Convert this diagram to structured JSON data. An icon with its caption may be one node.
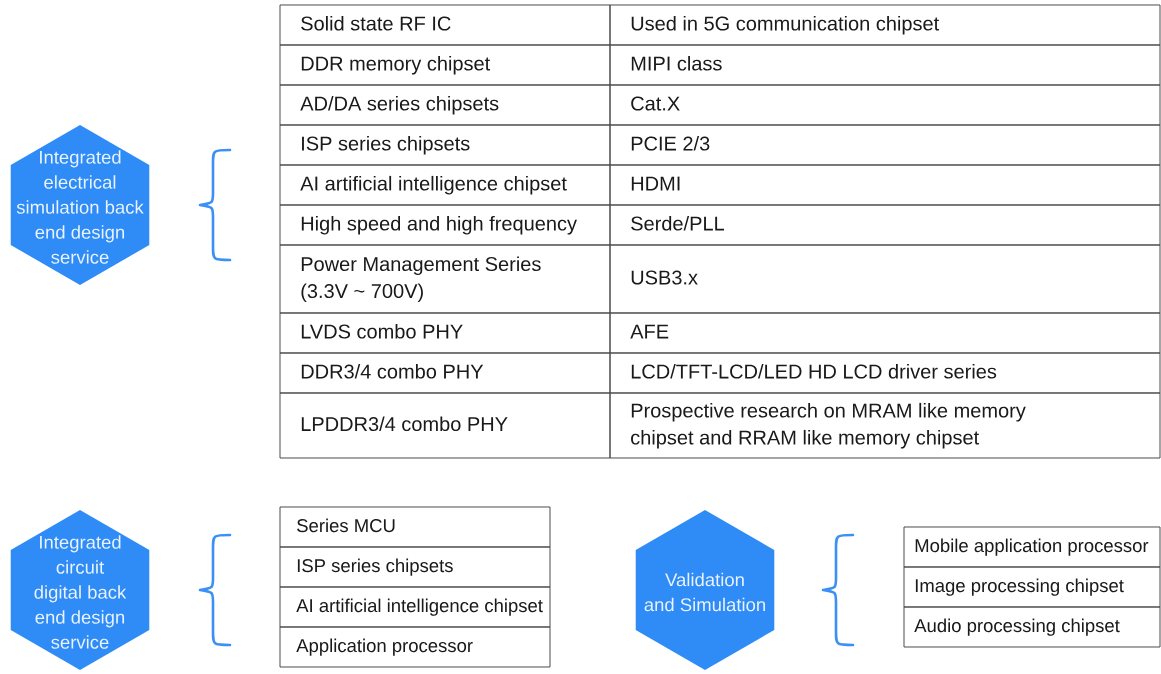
{
  "diagram": {
    "nodes": [
      {
        "text": [
          "Integrated electrical simulation back end design service"
        ]
      },
      {
        "text": [
          "Integrated circuit digital back end design service"
        ]
      },
      {
        "text": [
          "Validation and Simulation"
        ]
      }
    ],
    "labels": [
      "Solid state RF IC",
      "Used in 5G communication chipset",
      "DDR memory chipset",
      "MIPI class",
      "AD/DA series chipsets",
      "Cat.X",
      "ISP series chipsets",
      "PCIE 2/3",
      "AI artificial intelligence chipset",
      "HDMI",
      "High speed and high frequency",
      "Serde/PLL",
      "Power Management Series (3.3V ~ 700V)",
      "USB3.x",
      "LVDS combo PHY",
      "AFE",
      "DDR3/4 combo PHY",
      "LCD/TFT-LCD/LED HD LCD driver series",
      "LPDDR3/4 combo PHY",
      "Prospective research on MRAM like memory chipset and RRAM like memory chipset",
      "Series MCU",
      "ISP series chipsets",
      "AI artificial intelligence chipset",
      "Application processor",
      "Mobile application processor",
      "Image processing chipset",
      "Audio processing chipset"
    ]
  }
}
